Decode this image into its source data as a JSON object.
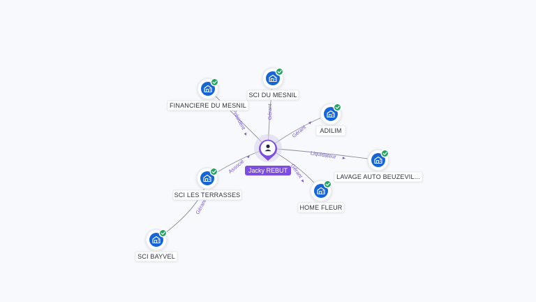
{
  "colors": {
    "person_accent": "#7c4de0",
    "company_icon_bg": "#1565d8",
    "verified_check": "#20a464",
    "edge_label": "#7a55d6",
    "edge_line": "#8c8c9c",
    "background": "#f7f9fc"
  },
  "center": {
    "name": "Jacky REBUT",
    "icon": "person-icon"
  },
  "nodes": [
    {
      "id": "financiere-du-mesnil",
      "label": "FINANCIERE DU MESNIL",
      "icon": "building-icon",
      "verified": true
    },
    {
      "id": "sci-du-mesnil",
      "label": "SCI DU MESNIL",
      "icon": "building-icon",
      "verified": true
    },
    {
      "id": "adilim",
      "label": "ADILIM",
      "icon": "building-icon",
      "verified": true
    },
    {
      "id": "lavage-auto-beuzeville",
      "label": "LAVAGE AUTO BEUZEVIL...",
      "icon": "building-icon",
      "verified": true
    },
    {
      "id": "home-fleur",
      "label": "HOME FLEUR",
      "icon": "building-icon",
      "verified": true
    },
    {
      "id": "sci-les-terrasses",
      "label": "SCI LES TERRASSES",
      "icon": "building-icon",
      "verified": true
    },
    {
      "id": "sci-bayvel",
      "label": "SCI BAYVEL",
      "icon": "building-icon",
      "verified": true
    }
  ],
  "edges": [
    {
      "from": "center",
      "to": "financiere-du-mesnil",
      "label": "Président"
    },
    {
      "from": "center",
      "to": "sci-du-mesnil",
      "label": "Gérant"
    },
    {
      "from": "center",
      "to": "adilim",
      "label": "Gérant"
    },
    {
      "from": "center",
      "to": "lavage-auto-beuzeville",
      "label": "Liquidateur"
    },
    {
      "from": "center",
      "to": "home-fleur",
      "label": "Gérant"
    },
    {
      "from": "center",
      "to": "sci-les-terrasses",
      "label": "Associé"
    },
    {
      "from": "sci-les-terrasses",
      "to": "sci-bayvel",
      "label": "Gérant"
    }
  ]
}
